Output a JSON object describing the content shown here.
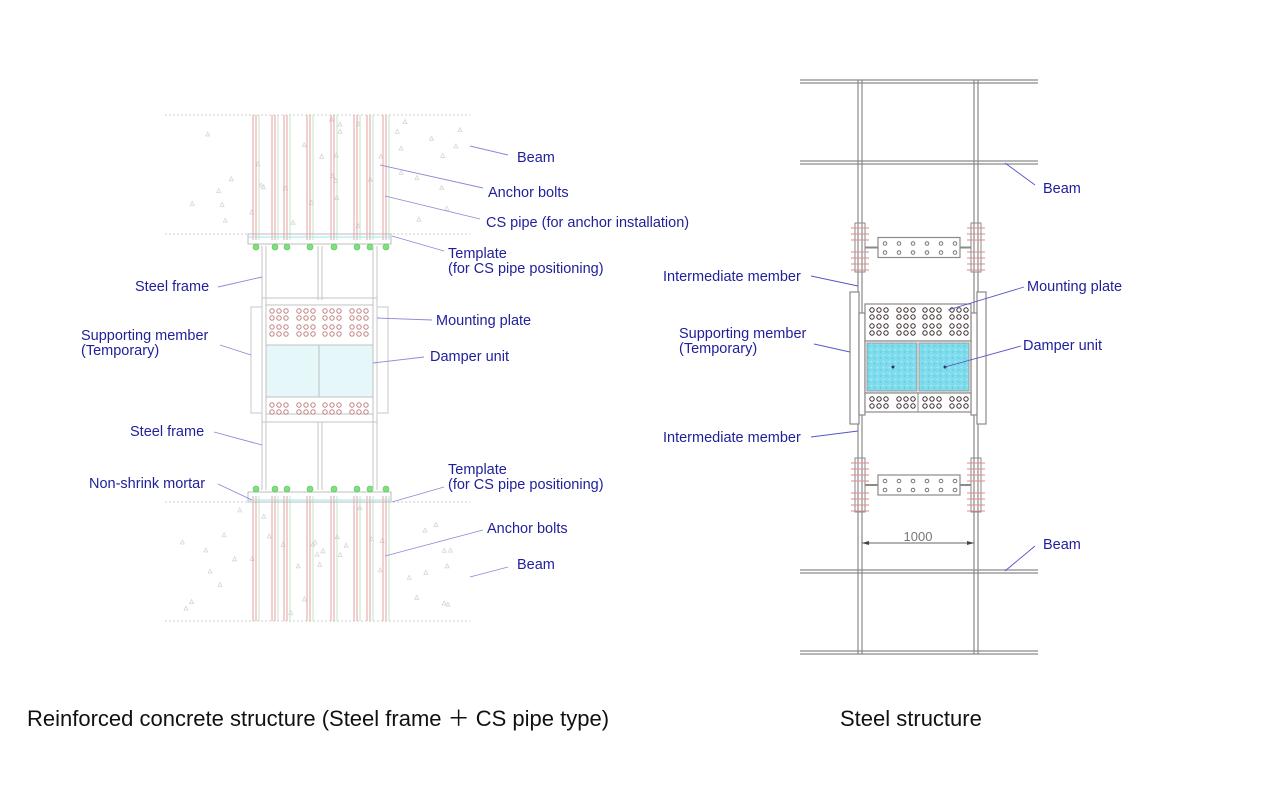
{
  "left_diagram": {
    "caption": "Reinforced concrete structure (Steel frame ＋ CS pipe type)",
    "labels": {
      "beam_top": "Beam",
      "anchor_bolts_top": "Anchor bolts",
      "cs_pipe": "CS pipe (for anchor installation)",
      "template_top_1": "Template",
      "template_top_2": "(for CS pipe positioning)",
      "steel_frame_top": "Steel frame",
      "mounting_plate": "Mounting plate",
      "supporting_member_1": "Supporting member",
      "supporting_member_2": "(Temporary)",
      "damper_unit": "Damper unit",
      "steel_frame_bottom": "Steel frame",
      "non_shrink_mortar": "Non-shrink mortar",
      "template_bottom_1": "Template",
      "template_bottom_2": "(for CS pipe positioning)",
      "anchor_bolts_bottom": "Anchor bolts",
      "beam_bottom": "Beam"
    }
  },
  "right_diagram": {
    "caption": "Steel structure",
    "dimension": "1000",
    "labels": {
      "beam_top": "Beam",
      "intermediate_member_top": "Intermediate member",
      "mounting_plate": "Mounting plate",
      "supporting_member_1": "Supporting member",
      "supporting_member_2": "(Temporary)",
      "damper_unit": "Damper unit",
      "intermediate_member_bottom": "Intermediate member",
      "beam_bottom": "Beam"
    }
  },
  "colors": {
    "label_text": "#1f1f9a",
    "leader_line": "#5555cc",
    "damper_fill": "#bfeaf2",
    "damper_fill_steel": "#6fd8ea",
    "anchor_red": "#e08a8a",
    "template_green": "#7ee07e",
    "steel_line": "#888888"
  }
}
